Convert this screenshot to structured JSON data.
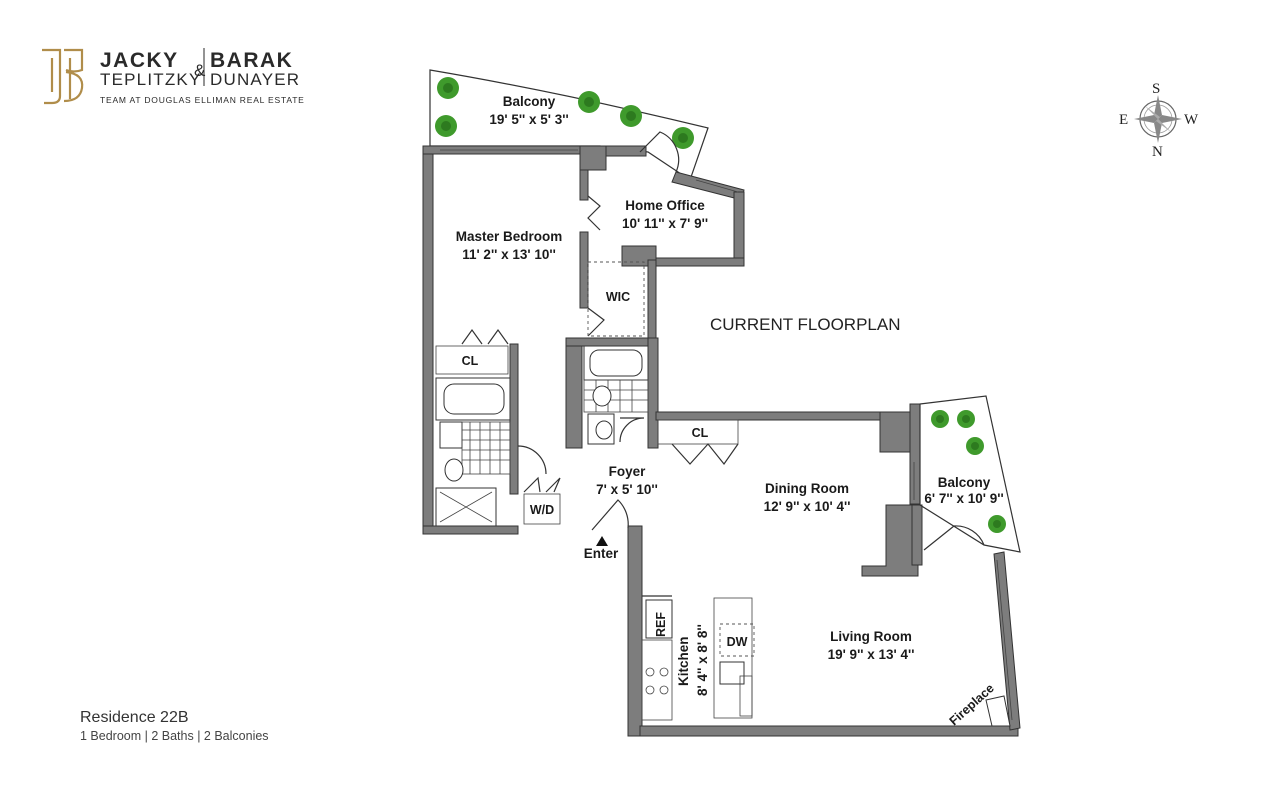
{
  "brand": {
    "name_line1_a": "JACKY",
    "name_line1_b": "BARAK",
    "ampersand": "&",
    "name_line2_a": "TEPLITZKY",
    "name_line2_b": "DUNAYER",
    "team": "TEAM AT DOUGLAS ELLIMAN REAL ESTATE",
    "logo_color": "#b08d4a"
  },
  "heading": "CURRENT FLOORPLAN",
  "compass": {
    "top": "S",
    "bottom": "N",
    "left": "E",
    "right": "W"
  },
  "rooms": {
    "balcony_top": {
      "name": "Balcony",
      "dims": "19' 5'' x 5' 3''"
    },
    "home_office": {
      "name": "Home Office",
      "dims": "10' 11'' x 7' 9''"
    },
    "master_bedroom": {
      "name": "Master Bedroom",
      "dims": "11' 2'' x 13' 10''"
    },
    "wic": {
      "name": "WIC"
    },
    "cl_bedroom": {
      "name": "CL"
    },
    "cl_foyer": {
      "name": "CL"
    },
    "foyer": {
      "name": "Foyer",
      "dims": "7' x 5' 10''"
    },
    "wd": {
      "name": "W/D"
    },
    "enter": {
      "name": "Enter"
    },
    "dining_room": {
      "name": "Dining Room",
      "dims": "12' 9'' x 10' 4''"
    },
    "balcony_right": {
      "name": "Balcony",
      "dims": "6' 7'' x 10' 9''"
    },
    "living_room": {
      "name": "Living Room",
      "dims": "19' 9'' x 13' 4''"
    },
    "kitchen": {
      "name": "Kitchen",
      "dims": "8' 4'' x 8' 8''"
    },
    "ref": {
      "name": "REF"
    },
    "dw": {
      "name": "DW"
    },
    "fireplace": {
      "name": "Fireplace"
    }
  },
  "residence": {
    "title": "Residence 22B",
    "details": "1 Bedroom | 2 Baths | 2 Balconies"
  },
  "colors": {
    "wall": "#7d7d7d",
    "plant": "#3f9a2c",
    "logo_gold": "#b08d4a"
  }
}
